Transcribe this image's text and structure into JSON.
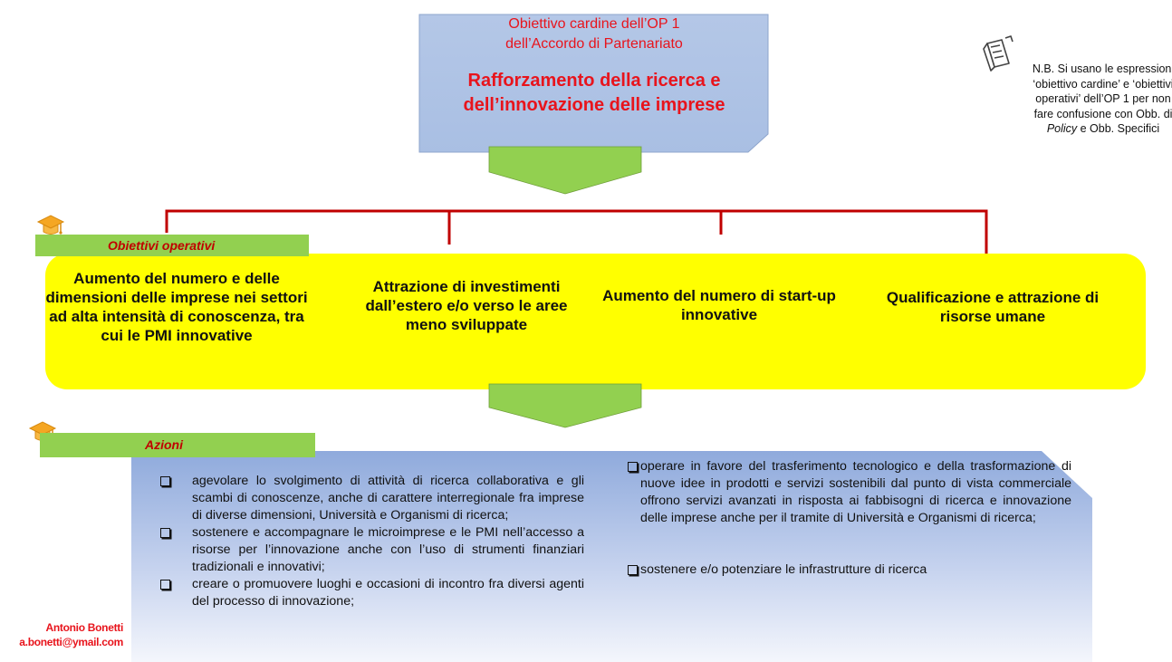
{
  "objective": {
    "line1": "Obiettivo cardine dell’OP 1",
    "line2": "dell’Accordo di Partenariato",
    "main": "Rafforzamento della ricerca e dell’innovazione delle imprese"
  },
  "note": {
    "icon": "memo-icon",
    "parts": [
      "N.B. Si usano le espressioni ‘obiettivo cardine’ e ‘obiettivi operativi’ dell’OP 1 per non fare confusione con Obb. di ",
      "Policy",
      " e Obb. Specifici"
    ]
  },
  "operational": {
    "label": "Obiettivi operativi",
    "icon": "graduation-cap-icon",
    "items": [
      "Aumento del numero e delle dimensioni delle imprese nei settori ad alta intensità di conoscenza, tra cui le PMI innovative",
      "Attrazione di investimenti dall’estero e/o verso le aree meno sviluppate",
      "Aumento del numero di start-up innovative",
      "Qualificazione e attrazione di risorse umane"
    ]
  },
  "actions": {
    "label": "Azioni",
    "icon": "graduation-cap-icon",
    "left": [
      "agevolare lo svolgimento di attività di ricerca collaborativa e gli scambi di conoscenze, anche di carattere interregionale fra imprese di diverse dimensioni, Università e Organismi di ricerca;",
      "sostenere e accompagnare le microimprese e le PMI nell’accesso a risorse per l’innovazione anche con l’uso di strumenti finanziari tradizionali e innovativi;",
      "creare o promuovere luoghi e occasioni di incontro fra diversi agenti del processo di innovazione;"
    ],
    "right": [
      "operare in favore del trasferimento tecnologico e della trasformazione di nuove idee in prodotti e servizi sostenibili dal punto di vista commerciale offrono servizi avanzati in risposta ai fabbisogni di ricerca e innovazione delle imprese anche per il tramite di Università e Organismi di ricerca;",
      "sostenere e/o potenziare le infrastrutture di ricerca"
    ]
  },
  "author": {
    "name": "Antonio Bonetti",
    "email": "a.bonetti@ymail.com"
  },
  "colors": {
    "objective_box": "#b4c7e7",
    "title_red": "#e8141c",
    "connector": "#c00000",
    "arrow_green": "#92d050",
    "objectives_band": "#ffff00",
    "label_green": "#92d050",
    "actions_gradient_top": "#8faadc",
    "actions_gradient_bottom": "#ffffff"
  }
}
